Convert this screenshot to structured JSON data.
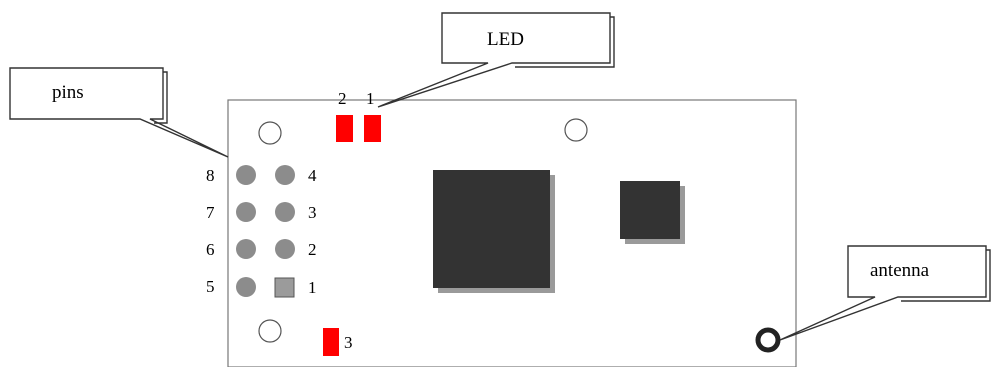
{
  "callouts": {
    "pins": "pins",
    "led": "LED",
    "antenna": "antenna"
  },
  "led_numbers": [
    "2",
    "1"
  ],
  "bottom_led_number": "3",
  "pin_left_numbers": [
    "8",
    "7",
    "6",
    "5"
  ],
  "pin_right_numbers": [
    "4",
    "3",
    "2",
    "1"
  ],
  "colors": {
    "led": "#ff0000",
    "chip": "#333333",
    "pin": "#8c8c8c",
    "outline": "#555555"
  }
}
